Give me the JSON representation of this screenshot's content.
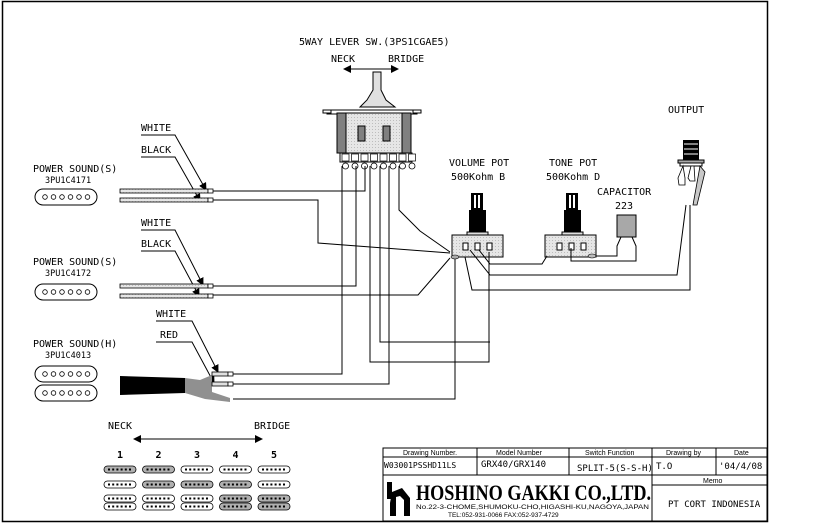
{
  "switch": {
    "title": "5WAY LEVER SW.(3PS1CGAE5)",
    "left_label": "NECK",
    "right_label": "BRIDGE"
  },
  "pickups": [
    {
      "name": "POWER SOUND(S)",
      "code": "3PU1C4171",
      "wires": [
        "WHITE",
        "BLACK"
      ]
    },
    {
      "name": "POWER SOUND(S)",
      "code": "3PU1C4172",
      "wires": [
        "WHITE",
        "BLACK"
      ]
    },
    {
      "name": "POWER SOUND(H)",
      "code": "3PU1C4013",
      "wires": [
        "WHITE",
        "RED"
      ]
    }
  ],
  "volume_pot": {
    "title": "VOLUME POT",
    "value": "500Kohm B"
  },
  "tone_pot": {
    "title": "TONE POT",
    "value": "500Kohm D"
  },
  "capacitor": {
    "title": "CAPACITOR",
    "value": "223"
  },
  "output": {
    "title": "OUTPUT"
  },
  "positions": {
    "left_label": "NECK",
    "right_label": "BRIDGE",
    "numbers": [
      "1",
      "2",
      "3",
      "4",
      "5"
    ],
    "active": [
      [
        true,
        false,
        false
      ],
      [
        true,
        true,
        false
      ],
      [
        false,
        true,
        false
      ],
      [
        false,
        true,
        true
      ],
      [
        false,
        false,
        true
      ]
    ]
  },
  "title_block": {
    "headers": [
      "Drawing Number.",
      "Model Number",
      "Switch Function",
      "Drawing by",
      "Date"
    ],
    "values": [
      "W03001PSSHD11LS",
      "GRX40/GRX140",
      "SPLIT-5(S-S-H)",
      "T.O",
      "'04/4/08"
    ],
    "company": "HOSHINO GAKKI CO.,LTD.",
    "address": "No.22-3-CHOME,SHUMOKU-CHO,HIGASHI-KU,NAGOYA,JAPAN",
    "tel": "TEL:052-931-0066  FAX:052-937-4729",
    "memo_label": "Memo",
    "memo": "PT CORT INDONESIA"
  },
  "colors": {
    "line": "#000000",
    "fill_gray": "#c0c0c0",
    "fill_light": "#e0e0e0",
    "fill_dark": "#808080"
  }
}
